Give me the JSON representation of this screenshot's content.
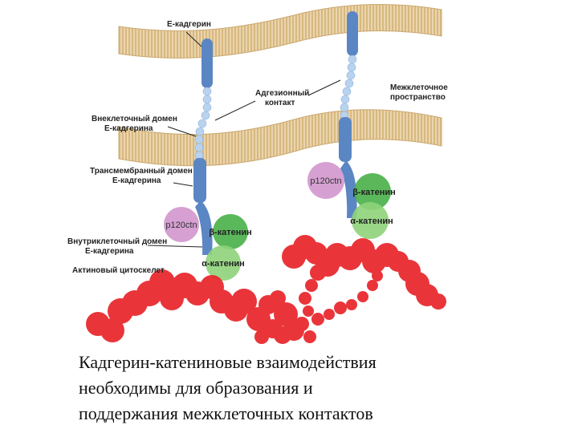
{
  "labels": {
    "e_cadherin": "Е-кадгерин",
    "adhesion_contact": [
      "Адгезионный",
      "контакт"
    ],
    "intercellular_space": [
      "Межклеточное",
      "пространство"
    ],
    "extracellular_domain": [
      "Внеклеточный домен",
      "Е-кадгерина"
    ],
    "transmembrane_domain": [
      "Трансмембранный домен",
      "Е-кадгерина"
    ],
    "intracellular_domain": [
      "Внутриклеточный домен",
      "Е-кадгерина"
    ],
    "actin_cytoskeleton": "Актиновый цитоскелет"
  },
  "molecules": {
    "p120": "p120ctn",
    "beta": "β-катенин",
    "alpha": "α-катенин"
  },
  "caption": [
    "Кадгерин-катениновые взаимодействия",
    "необходимы для  образования и",
    "поддержания межклеточных контактов"
  ],
  "colors": {
    "membrane": "#e2c89a",
    "cadherin": "#5b86c4",
    "bead": "#b9d3ee",
    "p120": "#d49bd0",
    "beta": "#48b048",
    "alpha": "#8ed37a",
    "actin": "#e8242a"
  }
}
